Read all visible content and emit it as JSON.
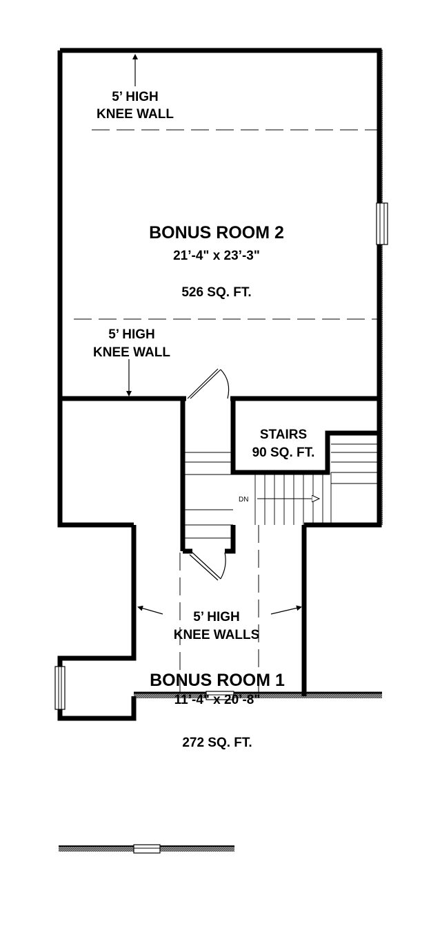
{
  "bonus_room_2": {
    "name": "BONUS ROOM 2",
    "dimensions": "21’-4\" x 23’-3\"",
    "area": "526 SQ. FT."
  },
  "bonus_room_1": {
    "name": "BONUS ROOM 1",
    "dimensions": "11’-4\" x 20’-8\"",
    "area": "272 SQ. FT."
  },
  "stairs": {
    "name": "STAIRS",
    "area": "90 SQ. FT.",
    "direction": "DN"
  },
  "knee_wall_top": {
    "line1": "5’ HIGH",
    "line2": "KNEE WALL"
  },
  "knee_wall_mid": {
    "line1": "5’ HIGH",
    "line2": "KNEE WALL"
  },
  "knee_walls_lower": {
    "line1": "5’ HIGH",
    "line2": "KNEE WALLS"
  },
  "colors": {
    "wall": "#000000",
    "hatch": "#6f6f6f",
    "background": "#ffffff"
  }
}
